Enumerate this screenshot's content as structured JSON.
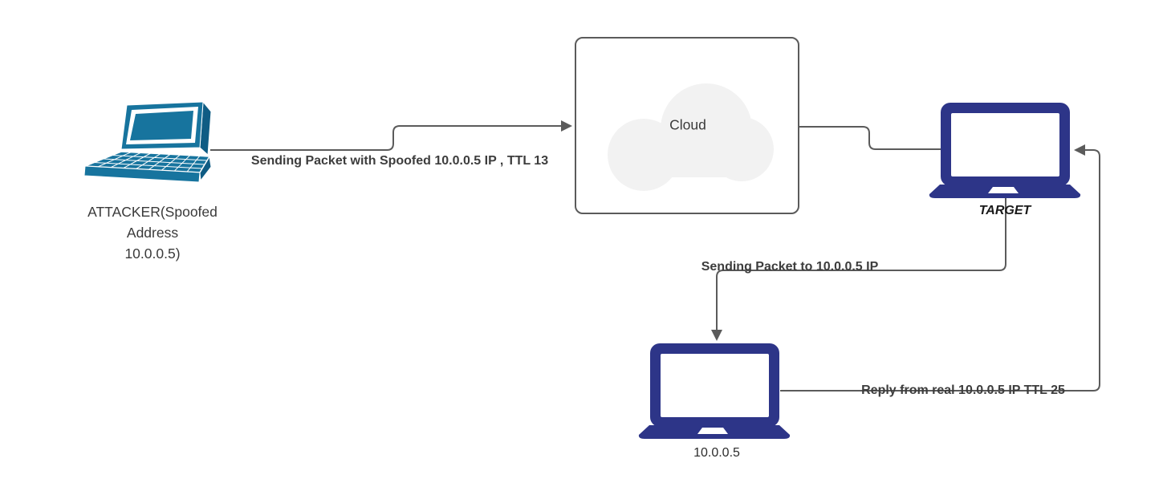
{
  "diagram_title": "IP spoofing attack flow diagram",
  "colors": {
    "attacker_laptop_teal": "#17749E",
    "attacker_laptop_dark_teal": "#0F5C84",
    "node_laptop_navy": "#2D3588",
    "connector_gray": "#5B5B5B",
    "cloud_fill": "#F2F2F2",
    "cloud_box_border": "#5B5B5B",
    "node_label_text": "#3A3A3A",
    "edge_label_text": "#3D3D3D",
    "background": "#FFFFFF"
  },
  "nodes": {
    "attacker": {
      "label": "ATTACKER(Spoofed\nAddress\n10.0.0.5)"
    },
    "cloud": {
      "label": "Cloud"
    },
    "target": {
      "label": "TARGET"
    },
    "real_host": {
      "label": "10.0.0.5"
    }
  },
  "edges": {
    "attacker_to_cloud": {
      "label": "Sending Packet with Spoofed 10.0.0.5 IP , TTL 13"
    },
    "target_to_real_host": {
      "label": "Sending Packet to 10.0.0.5 IP"
    },
    "real_host_to_target": {
      "label": "Reply from real 10.0.0.5 IP TTL 25"
    }
  }
}
